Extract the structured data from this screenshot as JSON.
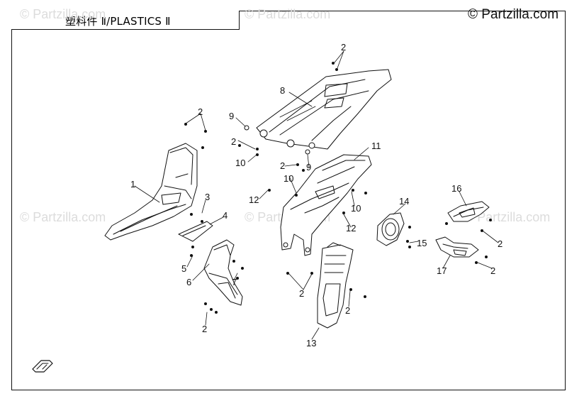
{
  "header": {
    "title": "塑料件 Ⅱ/PLASTICS Ⅱ",
    "copyright": "© Partzilla.com"
  },
  "watermarks": [
    "© Partzilla.com",
    "© Partzilla.com",
    "© Partzilla.com",
    "© Partzilla.com",
    "© Partzilla.com"
  ],
  "callouts": {
    "c1": "1",
    "c2a": "2",
    "c2b": "2",
    "c2c": "2",
    "c2d": "2",
    "c2e": "2",
    "c2f": "2",
    "c2g": "2",
    "c2h": "2",
    "c2i": "2",
    "c3": "3",
    "c4": "4",
    "c5": "5",
    "c6": "6",
    "c7": "7",
    "c8": "8",
    "c9a": "9",
    "c9b": "9",
    "c10a": "10",
    "c10b": "10",
    "c10c": "10",
    "c11": "11",
    "c12a": "12",
    "c12b": "12",
    "c13": "13",
    "c14": "14",
    "c15": "15",
    "c16": "16",
    "c17": "17"
  },
  "colors": {
    "line": "#111111",
    "watermark": "#dcdcdc"
  },
  "logo_icon": "brand-logo-icon"
}
